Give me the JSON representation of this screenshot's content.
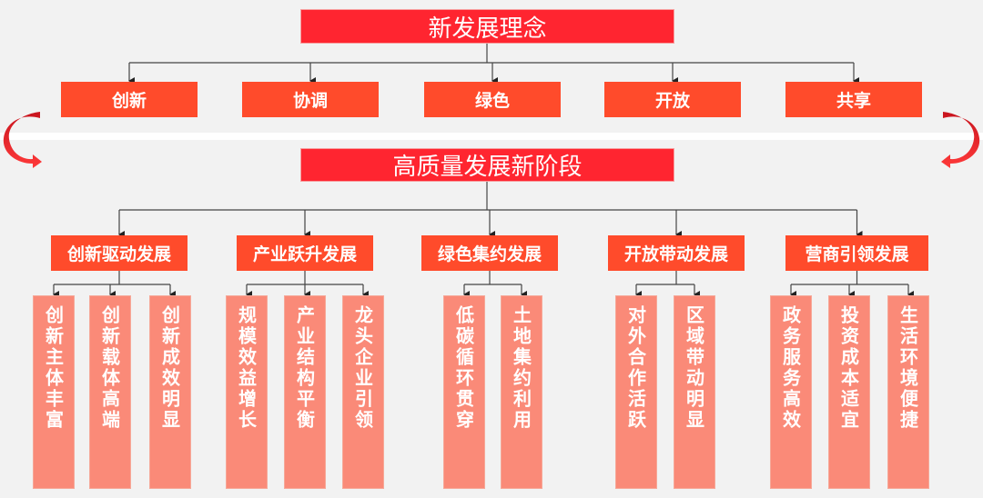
{
  "top": {
    "title": "新发展理念"
  },
  "concepts": [
    "创新",
    "协调",
    "绿色",
    "开放",
    "共享"
  ],
  "stage": {
    "title": "高质量发展新阶段"
  },
  "groups": [
    {
      "label": "创新驱动发展",
      "items": [
        "创新主体丰富",
        "创新载体高端",
        "创新成效明显"
      ]
    },
    {
      "label": "产业跃升发展",
      "items": [
        "规模效益增长",
        "产业结构平衡",
        "龙头企业引领"
      ]
    },
    {
      "label": "绿色集约发展",
      "items": [
        "低碳循环贯穿",
        "土地集约利用"
      ]
    },
    {
      "label": "开放带动发展",
      "items": [
        "对外合作活跃",
        "区域带动明显"
      ]
    },
    {
      "label": "营商引领发展",
      "items": [
        "政务服务高效",
        "投资成本适宜",
        "生活环境便捷"
      ]
    }
  ],
  "colors": {
    "main": "#ff2530",
    "secondary": "#ff4b2b",
    "leaf": "#fa8a78",
    "background": "#f2f2f2"
  }
}
